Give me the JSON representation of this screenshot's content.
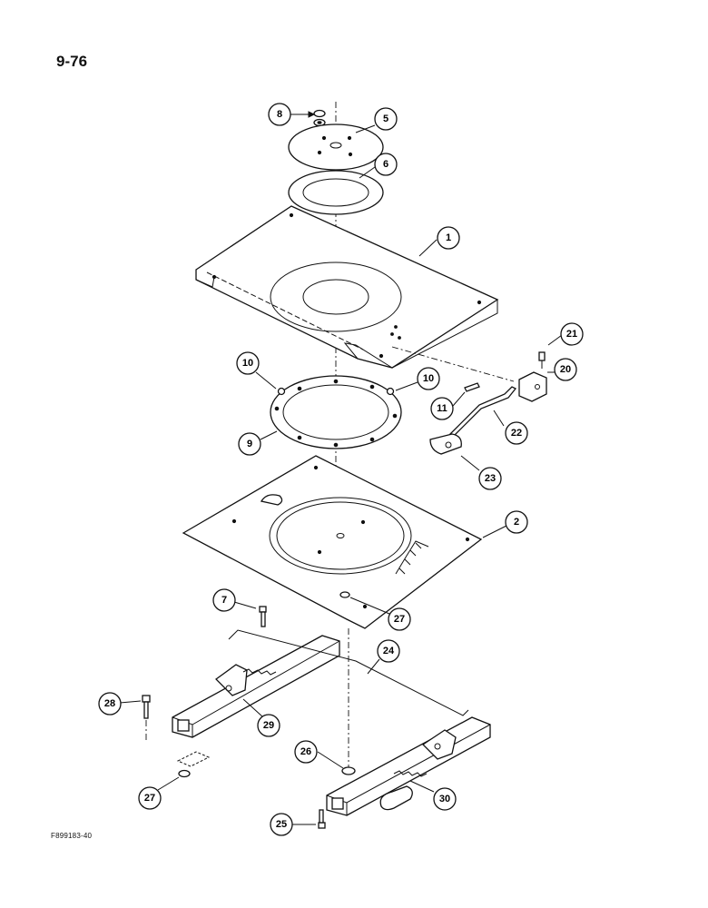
{
  "page": {
    "page_number": "9-76",
    "figure_code": "F899183-40"
  },
  "callouts": [
    {
      "id": "c1",
      "label": "1"
    },
    {
      "id": "c2",
      "label": "2"
    },
    {
      "id": "c5",
      "label": "5"
    },
    {
      "id": "c6",
      "label": "6"
    },
    {
      "id": "c7",
      "label": "7"
    },
    {
      "id": "c8",
      "label": "8"
    },
    {
      "id": "c9",
      "label": "9"
    },
    {
      "id": "c10a",
      "label": "10"
    },
    {
      "id": "c10b",
      "label": "10"
    },
    {
      "id": "c11",
      "label": "11"
    },
    {
      "id": "c20",
      "label": "20"
    },
    {
      "id": "c21",
      "label": "21"
    },
    {
      "id": "c22",
      "label": "22"
    },
    {
      "id": "c23",
      "label": "23"
    },
    {
      "id": "c24",
      "label": "24"
    },
    {
      "id": "c25",
      "label": "25"
    },
    {
      "id": "c26",
      "label": "26"
    },
    {
      "id": "c27a",
      "label": "27"
    },
    {
      "id": "c27b",
      "label": "27"
    },
    {
      "id": "c28",
      "label": "28"
    },
    {
      "id": "c29",
      "label": "29"
    },
    {
      "id": "c30",
      "label": "30"
    }
  ]
}
